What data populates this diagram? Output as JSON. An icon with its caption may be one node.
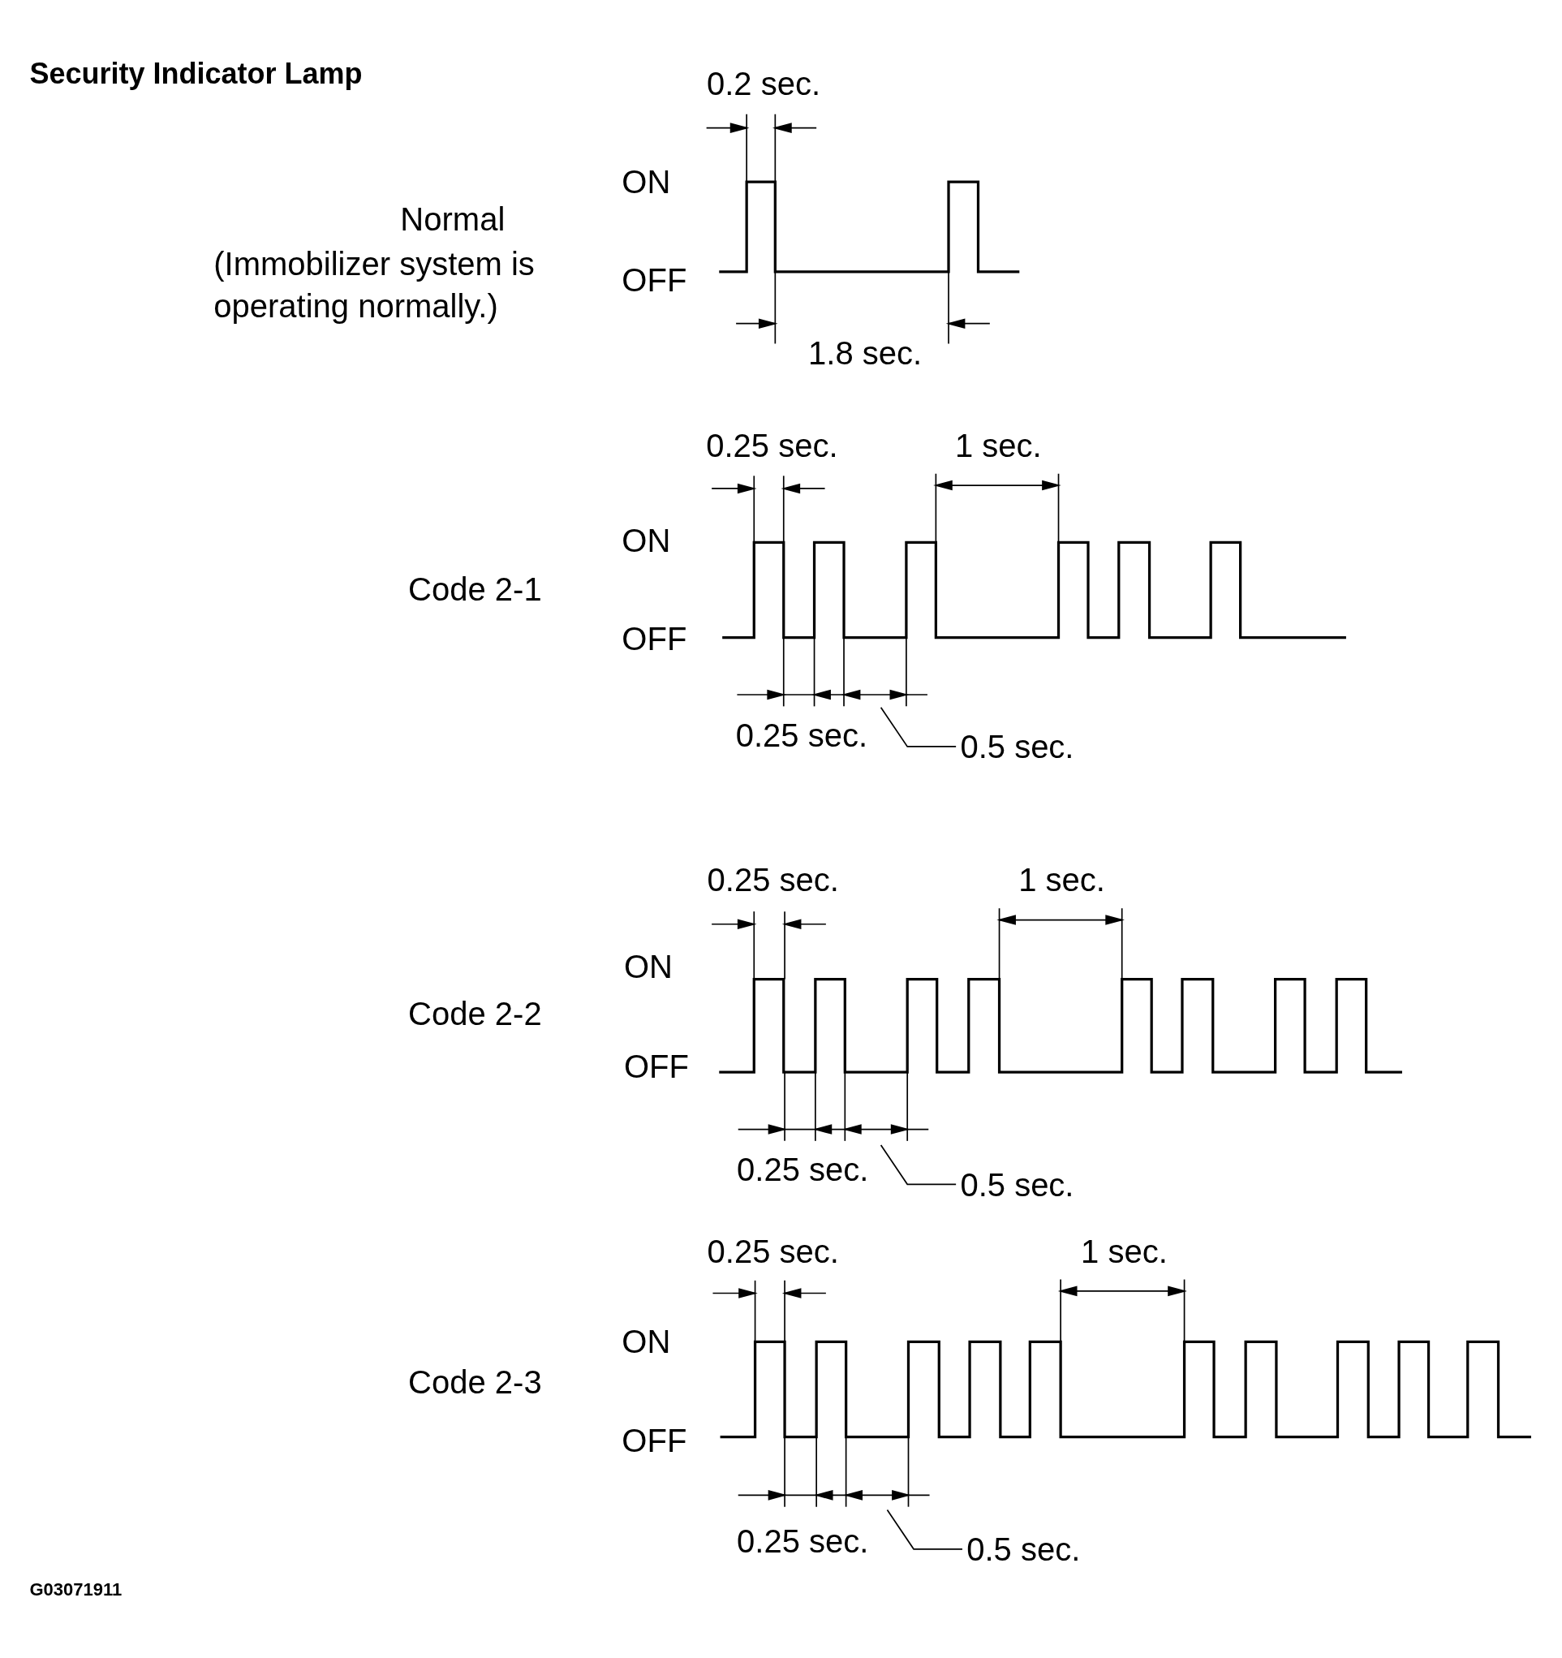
{
  "diagram": {
    "title": "Security Indicator Lamp",
    "nodes": [
      {
        "text": [
          "0.5 sec."
        ]
      },
      {
        "text": [
          "0.5 sec."
        ]
      },
      {
        "text": [
          "0.5 sec."
        ]
      }
    ],
    "edges": [
      {
        "from": 0,
        "to": null,
        "arrow": "none"
      },
      {
        "from": 1,
        "to": null,
        "arrow": "none"
      },
      {
        "from": 2,
        "to": null,
        "arrow": "none"
      }
    ],
    "labels": [
      "0.2 sec.",
      "ON",
      "Normal",
      "(Immobilizer system is operating normally.)",
      "OFF",
      "1.8 sec.",
      "0.25 sec.",
      "1 sec.",
      "ON",
      "Code 2-1",
      "OFF",
      "0.25 sec.",
      "0.25 sec.",
      "1 sec.",
      "ON",
      "Code 2-2",
      "OFF",
      "0.25 sec.",
      "0.25 sec.",
      "1 sec.",
      "ON",
      "Code 2-3",
      "OFF",
      "0.25 sec.",
      "G03071911"
    ]
  }
}
